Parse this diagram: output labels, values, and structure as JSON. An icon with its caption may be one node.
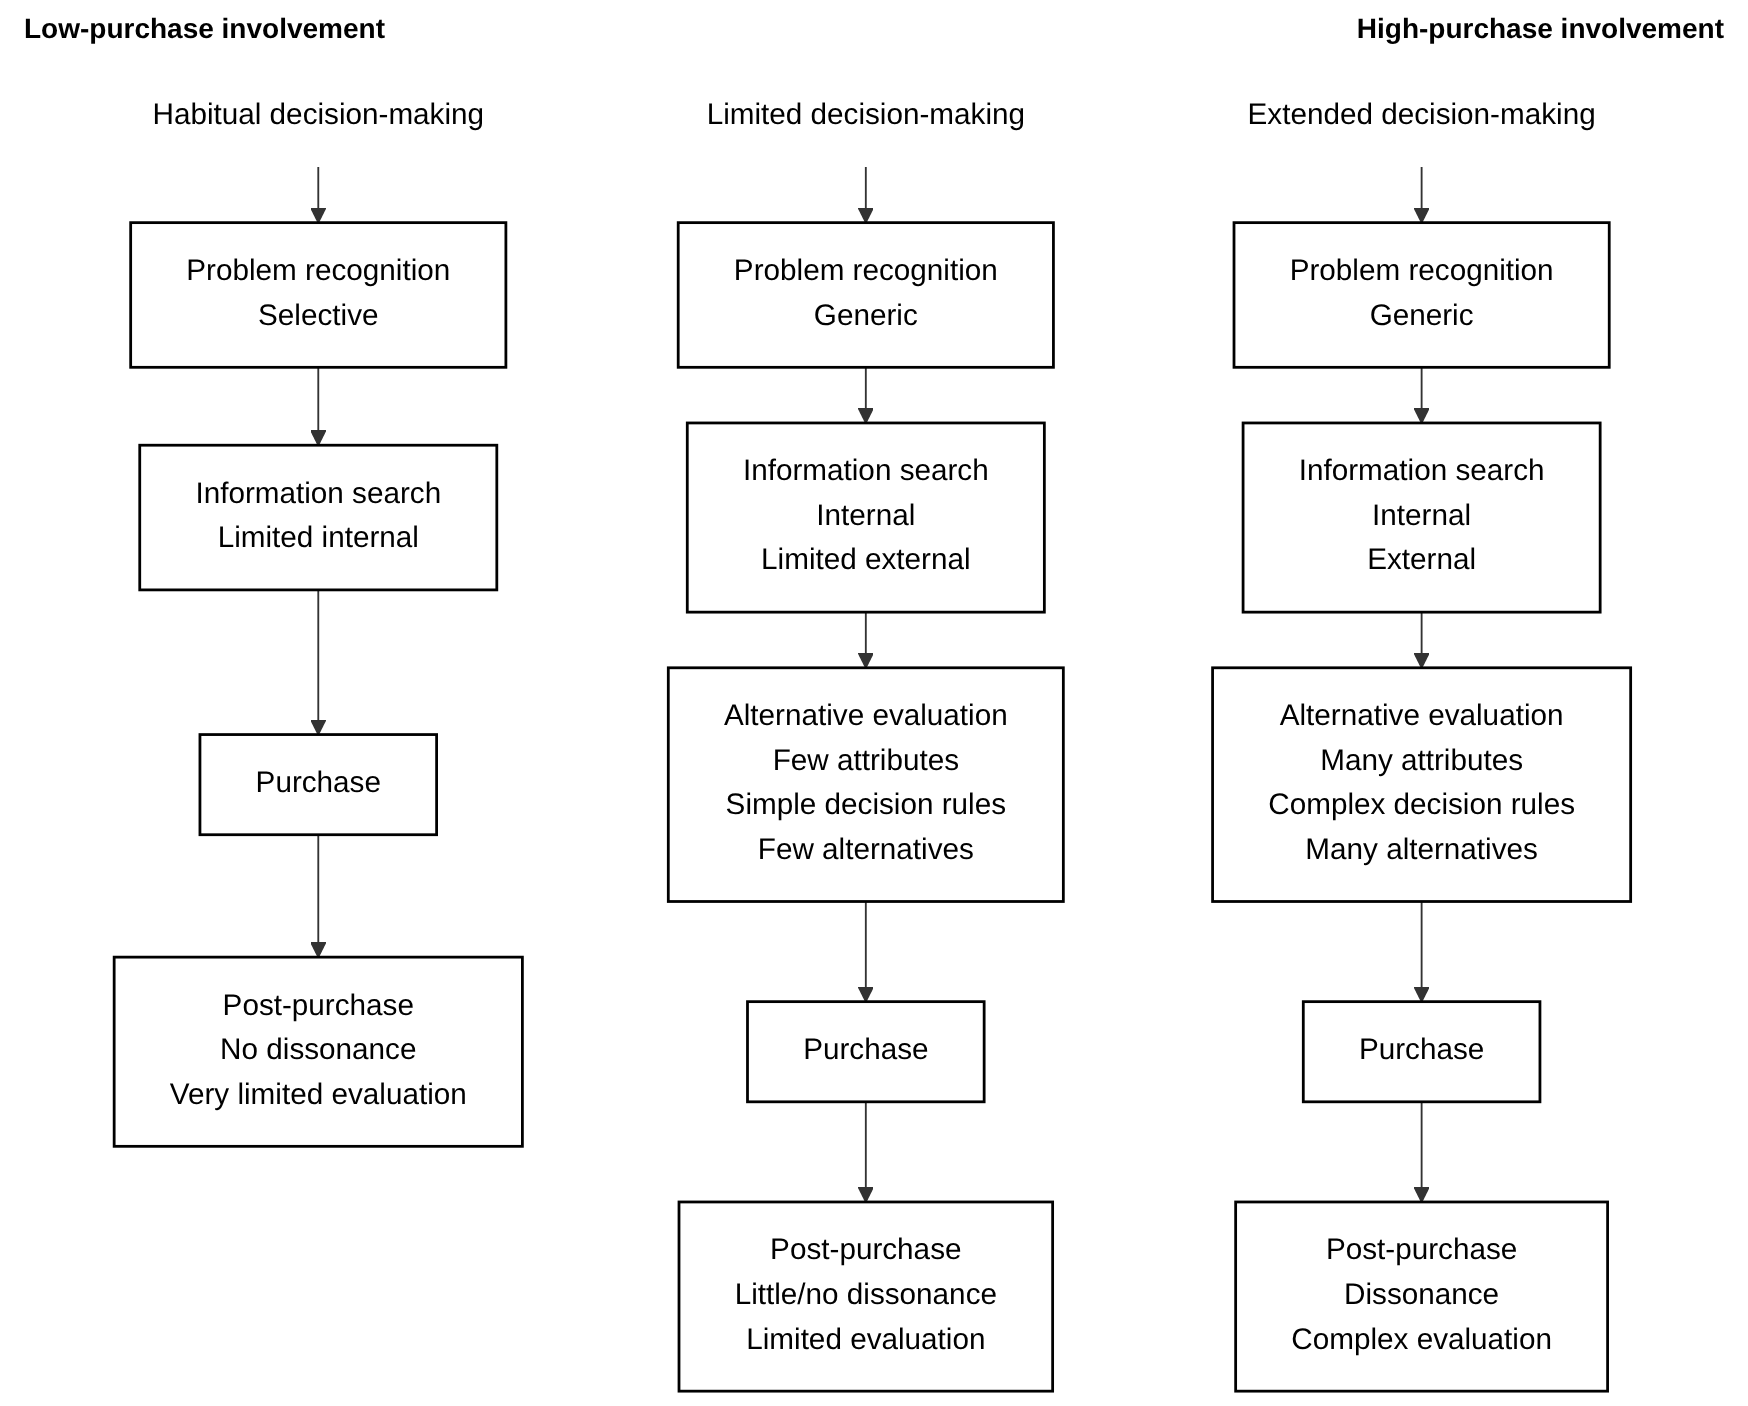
{
  "diagram": {
    "nodes": [
      {
        "text": [
          "Habitual decision-making"
        ]
      },
      {
        "text": [
          "Problem recognition",
          "Selective"
        ]
      },
      {
        "text": [
          "Information search",
          "Limited internal"
        ]
      },
      {
        "text": [
          "Purchase"
        ]
      },
      {
        "text": [
          "Post-purchase",
          "No dissonance",
          "Very limited evaluation"
        ]
      },
      {
        "text": [
          "Limited decision-making"
        ]
      },
      {
        "text": [
          "Problem recognition",
          "Generic"
        ]
      },
      {
        "text": [
          "Information search",
          "Internal",
          "Limited external"
        ]
      },
      {
        "text": [
          "Alternative evaluation",
          "Few attributes",
          "Simple decision rules",
          "Few alternatives"
        ]
      },
      {
        "text": [
          "Purchase"
        ]
      },
      {
        "text": [
          "Post-purchase",
          "Little/no dissonance",
          "Limited evaluation"
        ]
      },
      {
        "text": [
          "Extended decision-making"
        ]
      },
      {
        "text": [
          "Problem recognition",
          "Generic"
        ]
      },
      {
        "text": [
          "Information search",
          "Internal",
          "External"
        ]
      },
      {
        "text": [
          "Alternative evaluation",
          "Many attributes",
          "Complex decision rules",
          "Many alternatives"
        ]
      },
      {
        "text": [
          "Purchase"
        ]
      },
      {
        "text": [
          "Post-purchase",
          "Dissonance",
          "Complex evaluation"
        ]
      }
    ],
    "edges": [
      {
        "from": 0,
        "to": 1,
        "arrow": "to"
      },
      {
        "from": 1,
        "to": 2,
        "arrow": "to"
      },
      {
        "from": 2,
        "to": 3,
        "arrow": "to"
      },
      {
        "from": 3,
        "to": 4,
        "arrow": "to"
      },
      {
        "from": 5,
        "to": 6,
        "arrow": "to"
      },
      {
        "from": 6,
        "to": 7,
        "arrow": "to"
      },
      {
        "from": 7,
        "to": 8,
        "arrow": "to"
      },
      {
        "from": 8,
        "to": 9,
        "arrow": "to"
      },
      {
        "from": 9,
        "to": 10,
        "arrow": "to"
      },
      {
        "from": 11,
        "to": 12,
        "arrow": "to"
      },
      {
        "from": 12,
        "to": 13,
        "arrow": "to"
      },
      {
        "from": 13,
        "to": 14,
        "arrow": "to"
      },
      {
        "from": 14,
        "to": 15,
        "arrow": "to"
      },
      {
        "from": 15,
        "to": 16,
        "arrow": "to"
      }
    ],
    "labels": [
      "Low-purchase involvement",
      "High-purchase involvement"
    ]
  }
}
